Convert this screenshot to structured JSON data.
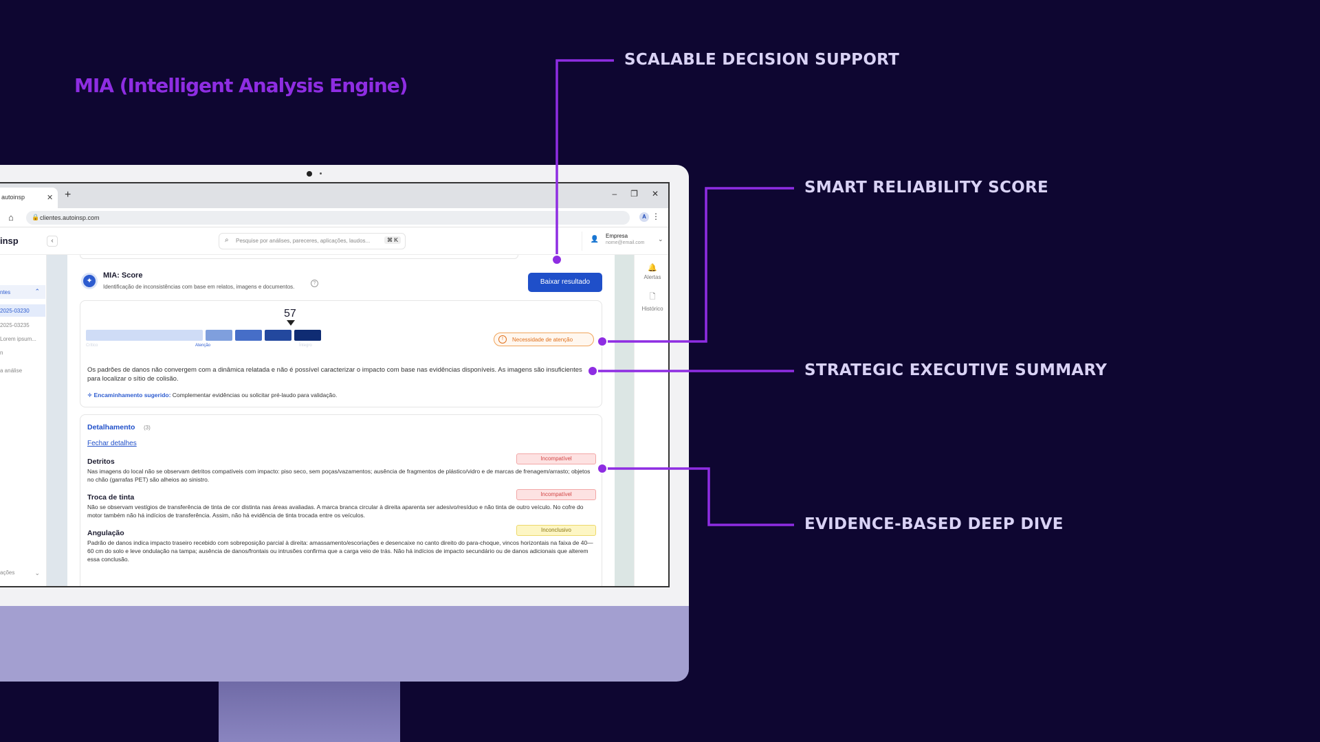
{
  "headline": "MIA (Intelligent Analysis Engine)",
  "callouts": [
    {
      "label": "SCALABLE DECISION SUPPORT"
    },
    {
      "label": "SMART RELIABILITY SCORE"
    },
    {
      "label": "STRATEGIC EXECUTIVE SUMMARY"
    },
    {
      "label": "EVIDENCE-BASED DEEP DIVE"
    }
  ],
  "accent_color": "#8e2de2",
  "browser": {
    "tab_title": "autoinsp",
    "url": "clientes.autoinsp.com",
    "extension_label": "A"
  },
  "app": {
    "brand": "insp",
    "search_placeholder": "Pesquise por análises, pareceres, aplicações, laudos...",
    "search_shortcut": "⌘ K",
    "user_name": "Empresa",
    "user_email": "nome@email.com"
  },
  "sidebar": {
    "group_label": "ntes",
    "items": [
      "2025-03230",
      "2025-03235",
      "Lorem ipsum...",
      "n",
      "a análise"
    ],
    "bottom_label": "ações"
  },
  "rail": {
    "alerts_label": "Alertas",
    "history_label": "Histórico"
  },
  "mia": {
    "title": "MIA: Score",
    "subtitle": "Identificação de inconsistências com base em relatos, imagens e documentos.",
    "download_label": "Baixar resultado",
    "score": "57",
    "score_value": 57,
    "segment_labels": {
      "first": "Crítico",
      "attention": "Atenção",
      "last": "Íntegro"
    },
    "status_badge": "Necessidade de atenção",
    "summary": "Os padrões de danos não convergem com a dinâmica relatada e não é possível caracterizar o impacto com base nas evidências disponíveis. As imagens são insuficientes para localizar o sítio de colisão.",
    "route_label": "Encaminhamento sugerido:",
    "route_text": " Complementar evidências ou solicitar pré-laudo para validação."
  },
  "details": {
    "title": "Detalhamento",
    "count": "(3)",
    "close_label": "Fechar detalhes",
    "items": [
      {
        "title": "Detritos",
        "status": "Incompatível",
        "text": "Nas imagens do local não se observam detritos compatíveis com impacto: piso seco, sem poças/vazamentos; ausência de fragmentos de plástico/vidro e de marcas de frenagem/arrasto; objetos no chão (garrafas PET) são alheios ao sinistro."
      },
      {
        "title": "Troca de tinta",
        "status": "Incompatível",
        "text": "Não se observam vestígios de transferência de tinta de cor distinta nas áreas avaliadas. A marca branca circular à direita aparenta ser adesivo/resíduo e não tinta de outro veículo. No cofre do motor também não há indícios de transferência. Assim, não há evidência de tinta trocada entre os veículos."
      },
      {
        "title": "Angulação",
        "status": "Inconclusivo",
        "text": "Padrão de danos indica impacto traseiro recebido com sobreposição parcial à direita: amassamento/escoriações e desencaixe no canto direito do para-choque, vincos horizontais na faixa de 40—60 cm do solo e leve ondulação na tampa; ausência de danos/frontais ou intrusões confirma que a carga veio de trás. Não há indícios de impacto secundário ou de danos adicionais que alterem essa conclusão."
      }
    ]
  }
}
